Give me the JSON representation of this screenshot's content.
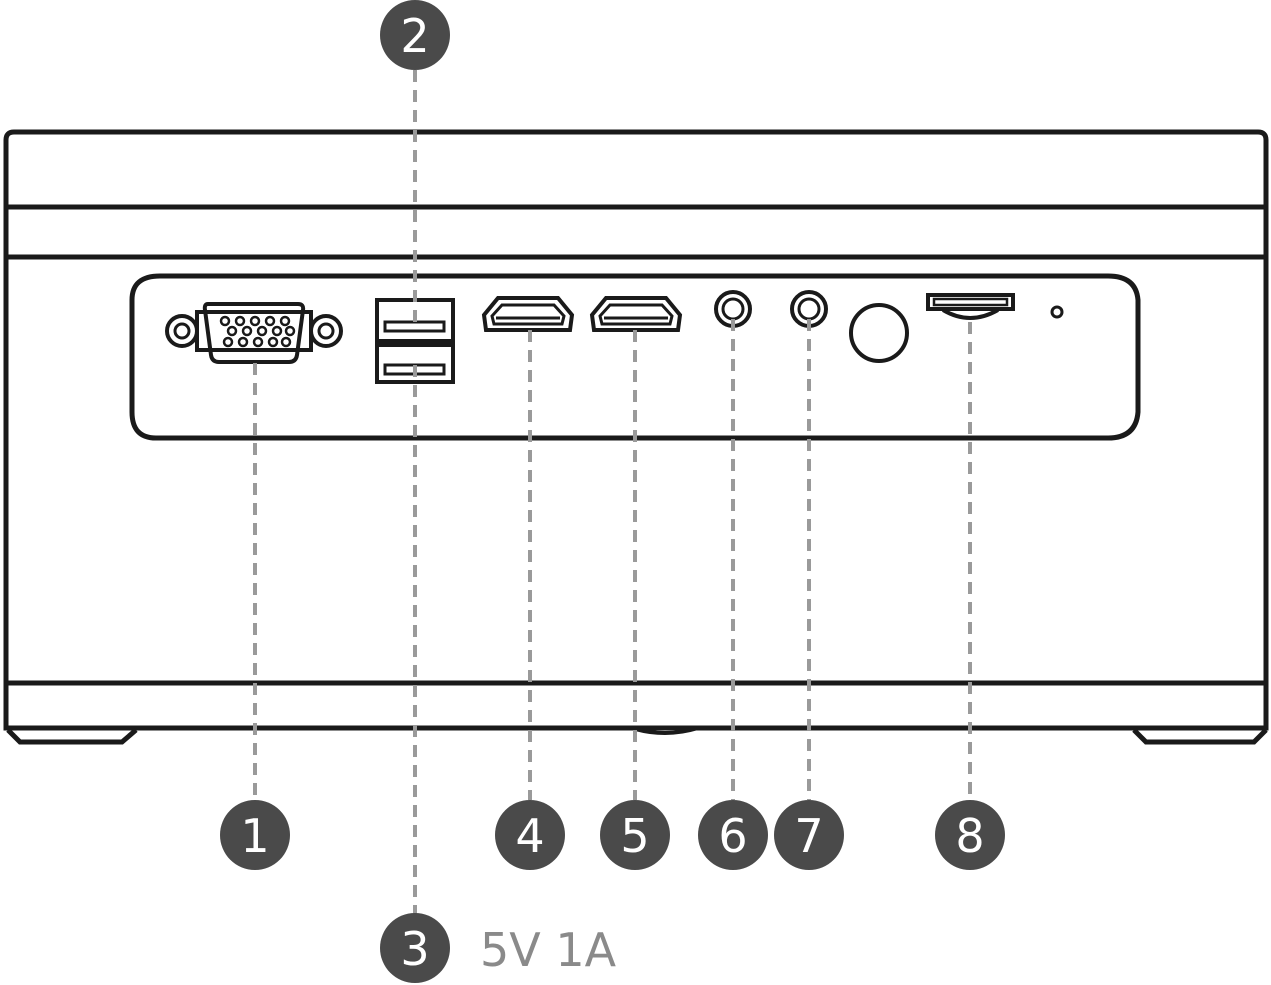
{
  "callouts": [
    {
      "number": "1",
      "port": "vga-port"
    },
    {
      "number": "2",
      "port": "usb-port-upper"
    },
    {
      "number": "3",
      "port": "usb-port-lower",
      "note": "5V 1A"
    },
    {
      "number": "4",
      "port": "hdmi-port-1"
    },
    {
      "number": "5",
      "port": "hdmi-port-2"
    },
    {
      "number": "6",
      "port": "audio-jack-1"
    },
    {
      "number": "7",
      "port": "audio-jack-2"
    },
    {
      "number": "8",
      "port": "card-slot"
    }
  ],
  "colors": {
    "badge": "#4a4a4a",
    "leader": "#9a9a9a",
    "outline": "#1a1a1a",
    "note": "#8a8a8a"
  }
}
